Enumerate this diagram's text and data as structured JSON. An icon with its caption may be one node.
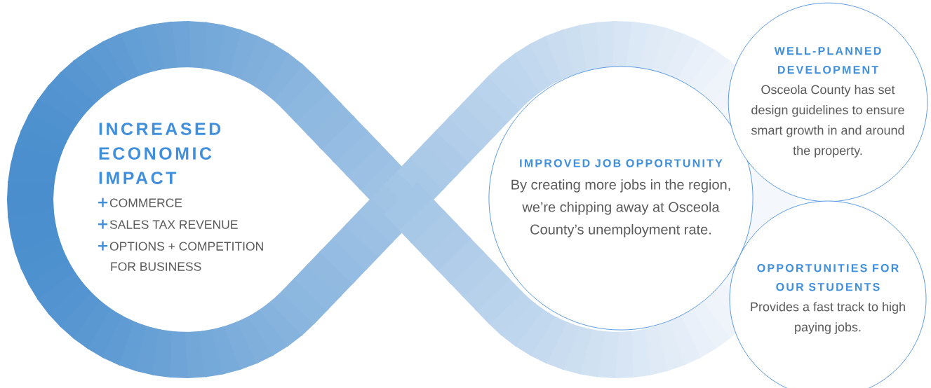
{
  "diagram": {
    "nodes": [
      {
        "text": [
          "INCREASED ECONOMIC IMPACT",
          "COMMERCE",
          "SALES TAX REVENUE",
          "OPTIONS + COMPETITION FOR BUSINESS"
        ]
      },
      {
        "text": [
          "IMPROVED JOB OPPORTUNITY",
          "By creating more jobs in the region, we’re chipping away at Osceola County’s unemployment rate."
        ]
      },
      {
        "text": [
          "WELL-PLANNED DEVELOPMENT",
          "Osceola County has set design guidelines to ensure smart growth in and around the property."
        ]
      },
      {
        "text": [
          "OPPORTUNITIES FOR OUR STUDENTS",
          "Provides a fast track to high paying jobs."
        ]
      }
    ]
  }
}
